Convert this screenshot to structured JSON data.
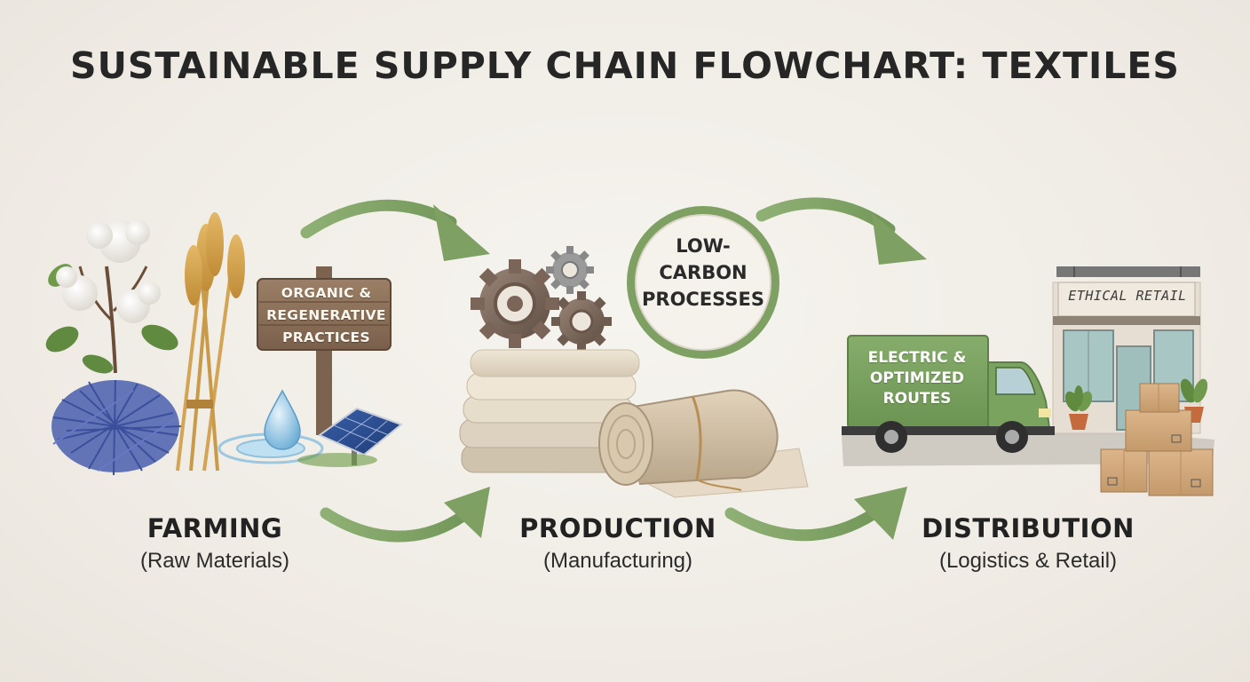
{
  "title": "SUSTAINABLE SUPPLY CHAIN FLOWCHART: TEXTILES",
  "stages": [
    {
      "name": "FARMING",
      "subtitle": "(Raw Materials)"
    },
    {
      "name": "PRODUCTION",
      "subtitle": "(Manufacturing)"
    },
    {
      "name": "DISTRIBUTION",
      "subtitle": "(Logistics & Retail)"
    }
  ],
  "callouts": {
    "farming_sign": "ORGANIC &\nREGENERATIVE\nPRACTICES",
    "production_circle": "LOW-\nCARBON\nPROCESSES",
    "distribution_truck": "ELECTRIC &\nOPTIMIZED\nROUTES",
    "retail_sign": "ETHICAL RETAIL"
  },
  "icons": {
    "farming": [
      "cotton-icon",
      "wheat-icon",
      "fiber-bundle-icon",
      "wooden-sign-icon",
      "water-drop-icon",
      "solar-panel-icon"
    ],
    "production": [
      "gears-icon",
      "folded-fabric-icon",
      "fabric-roll-icon"
    ],
    "distribution": [
      "electric-truck-icon",
      "storefront-icon",
      "boxes-icon",
      "plant-icon"
    ]
  },
  "colors": {
    "arrow": "#7ea063",
    "truck": "#7aa35f",
    "circle_ring": "#7ea063",
    "sign_wood": "#8a6e55",
    "background": "#f1eee8"
  }
}
